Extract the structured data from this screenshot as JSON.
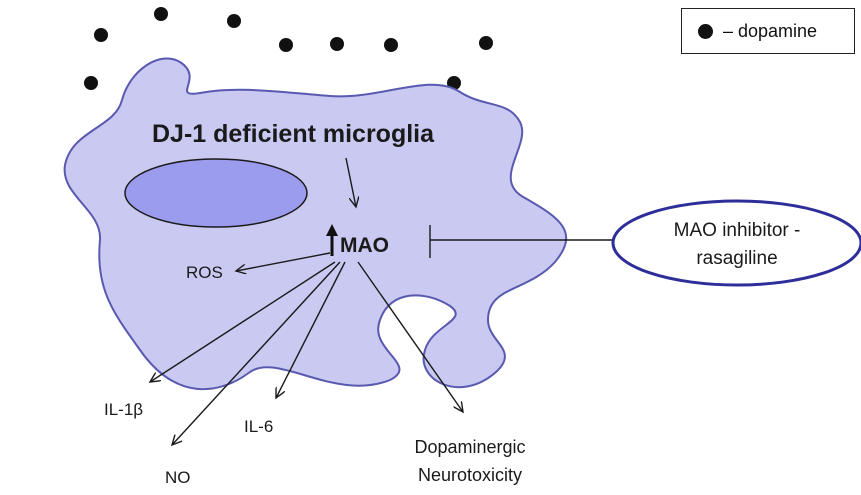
{
  "legend": {
    "text": "– dopamine"
  },
  "cell": {
    "title": "DJ-1 deficient microglia",
    "fill": "#c9c9f2",
    "stroke": "#5959b0",
    "nucleus_fill": "#9c9cee"
  },
  "hub": {
    "arrow": "↑",
    "label": "MAO"
  },
  "inhibitor": {
    "line1": "MAO inhibitor -",
    "line2": "rasagiline",
    "stroke": "#2e2e9a"
  },
  "outputs": {
    "ros": "ROS",
    "il1b": "IL-1β",
    "il6": "IL-6",
    "no": "NO",
    "dopa_line1": "Dopaminergic",
    "dopa_line2": "Neurotoxicity"
  }
}
